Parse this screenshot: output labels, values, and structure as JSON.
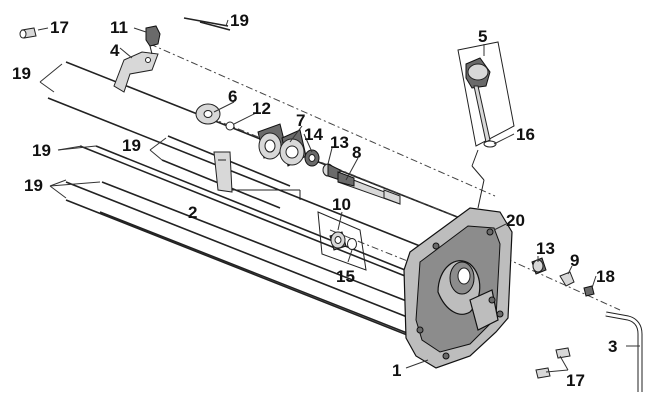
{
  "callouts": {
    "c1": "1",
    "c2": "2",
    "c3": "3",
    "c4": "4",
    "c5": "5",
    "c6": "6",
    "c7": "7",
    "c8": "8",
    "c9": "9",
    "c10": "10",
    "c11": "11",
    "c12": "12",
    "c13a": "13",
    "c13b": "13",
    "c14": "14",
    "c15": "15",
    "c16": "16",
    "c17a": "17",
    "c17b": "17",
    "c18": "18",
    "c19a": "19",
    "c19b": "19",
    "c19c": "19",
    "c19d": "19",
    "c19e": "19",
    "c20": "20"
  }
}
